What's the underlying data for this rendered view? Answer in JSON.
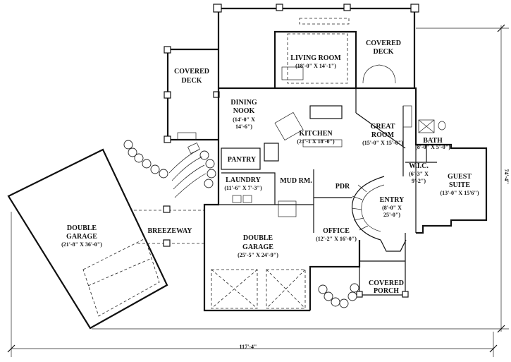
{
  "rooms": {
    "living_room": {
      "name": "LIVING ROOM",
      "dims": "(18'-0\" X 14'-1\")"
    },
    "covered_deck_right": {
      "name1": "COVERED",
      "name2": "DECK"
    },
    "covered_deck_left": {
      "name1": "COVERED",
      "name2": "DECK"
    },
    "dining_nook": {
      "name1": "DINING",
      "name2": "NOOK",
      "dims1": "(14'-0\" X",
      "dims2": "14'-6\")"
    },
    "kitchen": {
      "name": "KITCHEN",
      "dims": "(21'-1 X 18'-0\")"
    },
    "great_room": {
      "name1": "GREAT",
      "name2": "ROOM",
      "dims": "(15'-0\" X 15'-0\")"
    },
    "bath": {
      "name": "BATH",
      "dims": "(8'-0\" X 5'-0\")"
    },
    "wic": {
      "name": "W.I.C.",
      "dims1": "(6'-3\" X",
      "dims2": "9'-2\")"
    },
    "guest_suite": {
      "name1": "GUEST",
      "name2": "SUITE",
      "dims": "(13'-0\" X 15'6\")"
    },
    "pantry": {
      "name": "PANTRY"
    },
    "laundry": {
      "name": "LAUNDRY",
      "dims": "(11'-6\" X 7'-3\")"
    },
    "mud_rm": {
      "name": "MUD RM."
    },
    "pdr": {
      "name": "PDR"
    },
    "entry": {
      "name": "ENTRY",
      "dims1": "(8'-0\" X",
      "dims2": "25'-0\")"
    },
    "office": {
      "name": "OFFICE",
      "dims": "(12'-2\" X 16'-0\")"
    },
    "double_garage_main": {
      "name1": "DOUBLE",
      "name2": "GARAGE",
      "dims": "(25'-5\" X 24'-9\")"
    },
    "double_garage_left": {
      "name1": "DOUBLE",
      "name2": "GARAGE",
      "dims": "(21'-8\" X 36'-0\")"
    },
    "breezeway": {
      "name": "BREEZEWAY"
    },
    "covered_porch": {
      "name1": "COVERED",
      "name2": "PORCH"
    }
  },
  "dimensions": {
    "overall_width": "117'-4\"",
    "overall_depth": "74'-4\""
  }
}
